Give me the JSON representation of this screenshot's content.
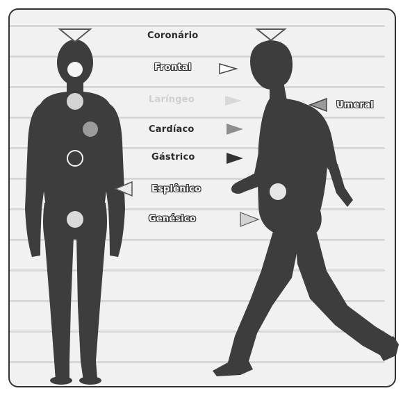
{
  "labels": {
    "coronario": "Coronário",
    "frontal": "Frontal",
    "laringeo": "Laríngeo",
    "umeral": "Umeral",
    "cardiaco": "Cardíaco",
    "gastrico": "Gástrico",
    "esplenico": "Esplênico",
    "genesico": "Genésico"
  },
  "colors": {
    "silhouette": "#3d3d3d",
    "background": "#f1f1f1",
    "text_dark": "#2b2b2b",
    "text_faint": "#cfcfcf",
    "chakra_light": "#d4d4d4",
    "chakra_white": "#f4f4f4",
    "chakra_mid": "#9b9b9b"
  }
}
